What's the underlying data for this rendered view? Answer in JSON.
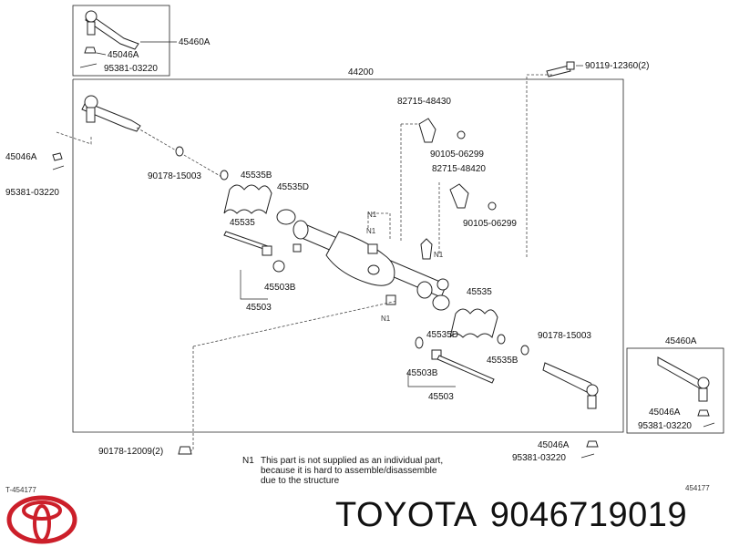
{
  "labels": {
    "p45460a_top": "45460A",
    "p45046a_top": "45046A",
    "p95381_top": "95381-03220",
    "p44200": "44200",
    "p90119": "90119-12360(2)",
    "p82715_48430": "82715-48430",
    "p90105_a": "90105-06299",
    "p82715_48420": "82715-48420",
    "p90105_b": "90105-06299",
    "p45046a_left": "45046A",
    "p95381_left": "95381-03220",
    "p90178_left": "90178-15003",
    "p45535b_left": "45535B",
    "p45535d_left": "45535D",
    "p45535_left": "45535",
    "p45503b_left": "45503B",
    "p45503_left": "45503",
    "p45535_right": "45535",
    "p45535d_right": "45535D",
    "p90178_right": "90178-15003",
    "p45535b_right": "45535B",
    "p45503b_right": "45503B",
    "p45503_right": "45503",
    "p45460a_right": "45460A",
    "p45046a_right": "45046A",
    "p95381_right": "95381-03220",
    "p45046a_bottom": "45046A",
    "p95381_bottom": "95381-03220",
    "p90178_12009": "90178-12009(2)",
    "n1_a": "N1",
    "n1_b": "N1",
    "n1_c": "N1",
    "n1_d": "N1"
  },
  "note": {
    "tag": "N1",
    "line1": "This part is not supplied as an individual part,",
    "line2": "because it is hard to assemble/disassemble",
    "line3": "due to the structure"
  },
  "footer": {
    "code_left": "T-454177",
    "code_right": "454177"
  },
  "brand": {
    "name": "TOYOTA",
    "part_number": "9046719019",
    "logo_color": "#cc1f2a"
  }
}
